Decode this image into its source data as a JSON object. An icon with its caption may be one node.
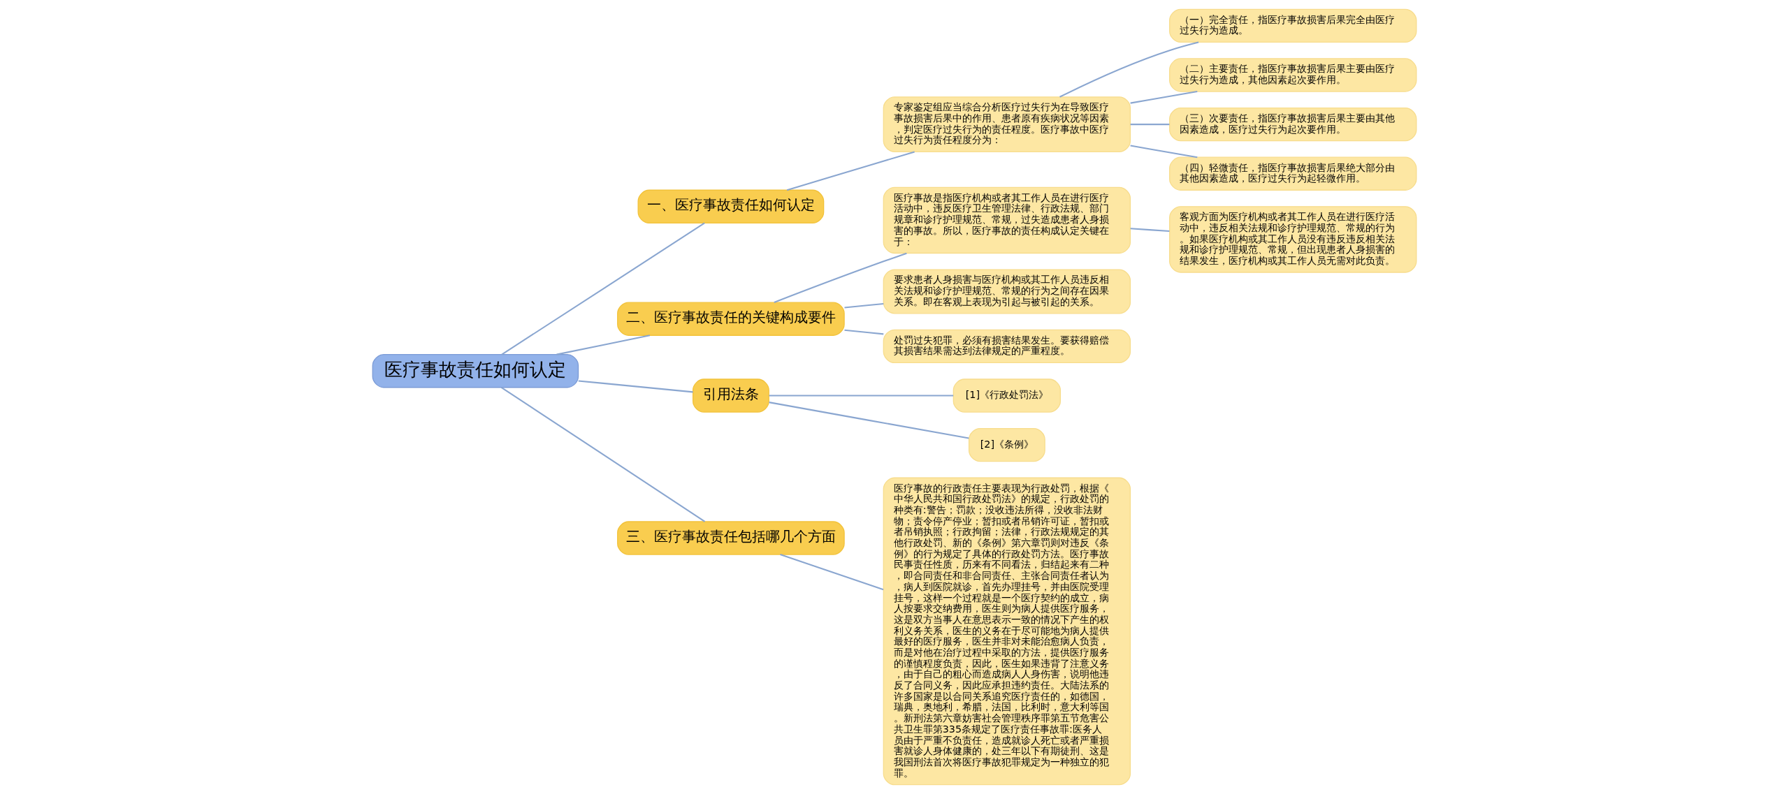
{
  "diagram": {
    "nodes": [
      {
        "text": [
          "医疗事故责任如何认定"
        ]
      },
      {
        "text": [
          "一、医疗事故责任如何认定"
        ]
      },
      {
        "text": [
          "专家鉴定组应当综合分析医疗过失行为在导致医疗事故损害后果中的作用、患者原有疾病状况等因素，判定医疗过失行为的责任程度。医疗事故中医疗过失行为责任程度分为："
        ]
      },
      {
        "text": [
          "（一）完全责任，指医疗事故损害后果完全由医疗过失行为造成。"
        ]
      },
      {
        "text": [
          "（二）主要责任，指医疗事故损害后果主要由医疗过失行为造成，其他因素起次要作用。"
        ]
      },
      {
        "text": [
          "（三）次要责任，指医疗事故损害后果主要由其他因素造成，医疗过失行为起次要作用。"
        ]
      },
      {
        "text": [
          "（四）轻微责任，指医疗事故损害后果绝大部分由其他因素造成，医疗过失行为起轻微作用。"
        ]
      },
      {
        "text": [
          "二、医疗事故责任的关键构成要件"
        ]
      },
      {
        "text": [
          "医疗事故是指医疗机构或者其工作人员在进行医疗活动中，违反医疗卫生管理法律、行政法规、部门规章和诊疗护理规范、常规，过失造成患者人身损害的事故。所以，医疗事故的责任构成认定关键在于："
        ]
      },
      {
        "text": [
          "客观方面为医疗机构或者其工作人员在进行医疗活动中，违反相关法规和诊疗护理规范、常规的行为。如果医疗机构或其工作人员没有违反违反相关法规和诊疗护理规范、常规，但出现患者人身损害的结果发生，医疗机构或其工作人员无需对此负责。"
        ]
      },
      {
        "text": [
          "要求患者人身损害与医疗机构或其工作人员违反相关法规和诊疗护理规范、常规的行为之间存在因果关系。即在客观上表现为引起与被引起的关系。"
        ]
      },
      {
        "text": [
          "处罚过失犯罪，必须有损害结果发生。要获得赔偿其损害结果需达到法律规定的严重程度。"
        ]
      },
      {
        "text": [
          "引用法条"
        ]
      },
      {
        "text": [
          "[1]《行政处罚法》"
        ]
      },
      {
        "text": [
          "[2]《条例》"
        ]
      },
      {
        "text": [
          "三、医疗事故责任包括哪几个方面"
        ]
      },
      {
        "text": [
          "医疗事故的行政责任主要表现为行政处罚，根据《中华人民共和国行政处罚法》的规定，行政处罚的种类有:警告；罚款；没收违法所得，没收非法财物；责令停产停业；暂扣或者吊销许可证，暂扣或者吊销执照；行政拘留；法律，行政法规规定的其他行政处罚、新的《条例》第六章罚则对违反《条例》的行为规定了具体的行政处罚方法。医疗事故民事责任性质，历来有不同看法，归结起来有二种，即合同责任和非合同责任、主张合同责任者认为，病人到医院就诊，首先办理挂号，并由医院受理挂号，这样一个过程就是一个医疗契约的成立，病人按要求交纳费用，医生则为病人提供医疗服务，这是双方当事人在意思表示一致的情况下产生的权利义务关系，医生的义务在于尽可能地为病人提供最好的医疗服务，医生并非对未能治愈病人负责，而是对他在治疗过程中采取的方法，提供医疗服务的谨慎程度负责，因此，医生如果违背了注意义务，由于自己的粗心而造成病人人身伤害，说明他违反了合同义务，因此应承担违约责任。大陆法系的许多国家是以合同关系追究医疗责任的，如德国，瑞典，奥地利，希腊，法国，比利时，意大利等国。新刑法第六章妨害社会管理秩序罪第五节危害公共卫生罪第335条规定了医疗责任事故罪:医务人员由于严重不负责任，造成就诊人死亡或者严重损害就诊人身体健康的，处三年以下有期徒刑、这是我国刑法首次将医疗事故犯罪规定为一种独立的犯罪。"
        ]
      }
    ],
    "edges": [
      {
        "from": 0,
        "to": 1,
        "arrow": "none"
      },
      {
        "from": 1,
        "to": 2,
        "arrow": "none"
      },
      {
        "from": 2,
        "to": 3,
        "arrow": "none"
      },
      {
        "from": 2,
        "to": 4,
        "arrow": "none"
      },
      {
        "from": 2,
        "to": 5,
        "arrow": "none"
      },
      {
        "from": 2,
        "to": 6,
        "arrow": "none"
      },
      {
        "from": 0,
        "to": 7,
        "arrow": "none"
      },
      {
        "from": 7,
        "to": 8,
        "arrow": "none"
      },
      {
        "from": 8,
        "to": 9,
        "arrow": "none"
      },
      {
        "from": 7,
        "to": 10,
        "arrow": "none"
      },
      {
        "from": 7,
        "to": 11,
        "arrow": "none"
      },
      {
        "from": 0,
        "to": 12,
        "arrow": "none"
      },
      {
        "from": 12,
        "to": 13,
        "arrow": "none"
      },
      {
        "from": 12,
        "to": 14,
        "arrow": "none"
      },
      {
        "from": 0,
        "to": 15,
        "arrow": "none"
      },
      {
        "from": 15,
        "to": 16,
        "arrow": "none"
      }
    ]
  }
}
